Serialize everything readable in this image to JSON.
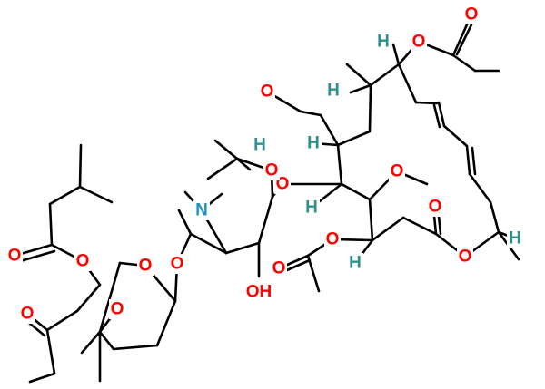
{
  "colors": {
    "bond": "#000000",
    "oxygen": "#ff0000",
    "nitrogen": "#1e90c8",
    "hydrogen": "#2f8f8f"
  },
  "atoms": [
    {
      "id": "o_ald",
      "label": "O",
      "element": "O"
    },
    {
      "id": "h_ald",
      "label": "H",
      "element": "H"
    },
    {
      "id": "h_c1",
      "label": "H",
      "element": "H"
    },
    {
      "id": "h_top",
      "label": "H",
      "element": "H"
    },
    {
      "id": "o_top",
      "label": "O",
      "element": "O"
    },
    {
      "id": "o_top_carb",
      "label": "O",
      "element": "O"
    },
    {
      "id": "h_c2",
      "label": "H",
      "element": "H"
    },
    {
      "id": "o_gly",
      "label": "O",
      "element": "O"
    },
    {
      "id": "h_c3",
      "label": "H",
      "element": "H"
    },
    {
      "id": "o_ome",
      "label": "O",
      "element": "O"
    },
    {
      "id": "o_lac_carb",
      "label": "O",
      "element": "O"
    },
    {
      "id": "o_lac",
      "label": "O",
      "element": "O"
    },
    {
      "id": "h_c5",
      "label": "H",
      "element": "H"
    },
    {
      "id": "o_ac",
      "label": "O",
      "element": "O"
    },
    {
      "id": "h_c4",
      "label": "H",
      "element": "H"
    },
    {
      "id": "o_ac_carb",
      "label": "O",
      "element": "O"
    },
    {
      "id": "o_ring1",
      "label": "O",
      "element": "O"
    },
    {
      "id": "n_dm",
      "label": "N",
      "element": "N"
    },
    {
      "id": "o_oh",
      "label": "OH",
      "element": "O"
    },
    {
      "id": "o_link",
      "label": "O",
      "element": "O"
    },
    {
      "id": "o_ring2",
      "label": "O",
      "element": "O"
    },
    {
      "id": "o_ring2b",
      "label": "O",
      "element": "O"
    },
    {
      "id": "o_ester",
      "label": "O",
      "element": "O"
    },
    {
      "id": "o_ester_carb",
      "label": "O",
      "element": "O"
    },
    {
      "id": "o_prop_carb",
      "label": "O",
      "element": "O"
    }
  ]
}
